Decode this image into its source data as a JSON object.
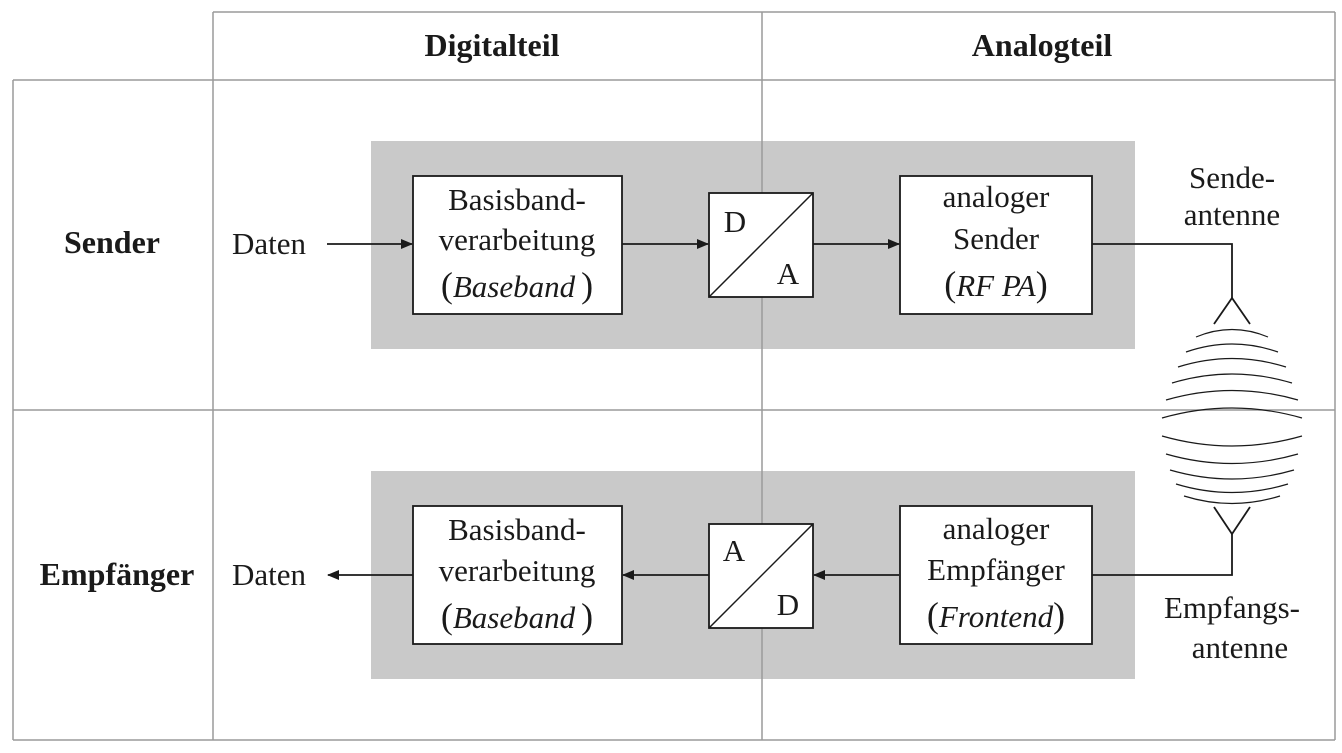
{
  "columns": {
    "digital": "Digitalteil",
    "analog": "Analogteil"
  },
  "rows": {
    "sender": "Sender",
    "empfaenger": "Empfänger"
  },
  "tx": {
    "input_label": "Daten",
    "baseband": {
      "line1": "Basisband-",
      "line2": "verarbeitung",
      "paren_open": "(",
      "italic": "Baseband",
      "paren_close": ")"
    },
    "converter": {
      "top": "D",
      "bottom": "A"
    },
    "analog": {
      "line1": "analoger",
      "line2": "Sender",
      "paren_open": "(",
      "italic": "RF PA",
      "paren_close": ")"
    },
    "antenna": {
      "line1": "Sende-",
      "line2": "antenne"
    }
  },
  "rx": {
    "output_label": "Daten",
    "baseband": {
      "line1": "Basisband-",
      "line2": "verarbeitung",
      "paren_open": "(",
      "italic": "Baseband",
      "paren_close": ")"
    },
    "converter": {
      "top": "A",
      "bottom": "D"
    },
    "analog": {
      "line1": "analoger",
      "line2": "Empfänger",
      "paren_open": "(",
      "italic": "Frontend",
      "paren_close": ")"
    },
    "antenna": {
      "line1": "Empfangs-",
      "line2": "antenne"
    }
  },
  "colors": {
    "shade": "#c9c9c9",
    "grid": "#9a9a9a",
    "line": "#1a1a1a",
    "box": "#ffffff"
  }
}
